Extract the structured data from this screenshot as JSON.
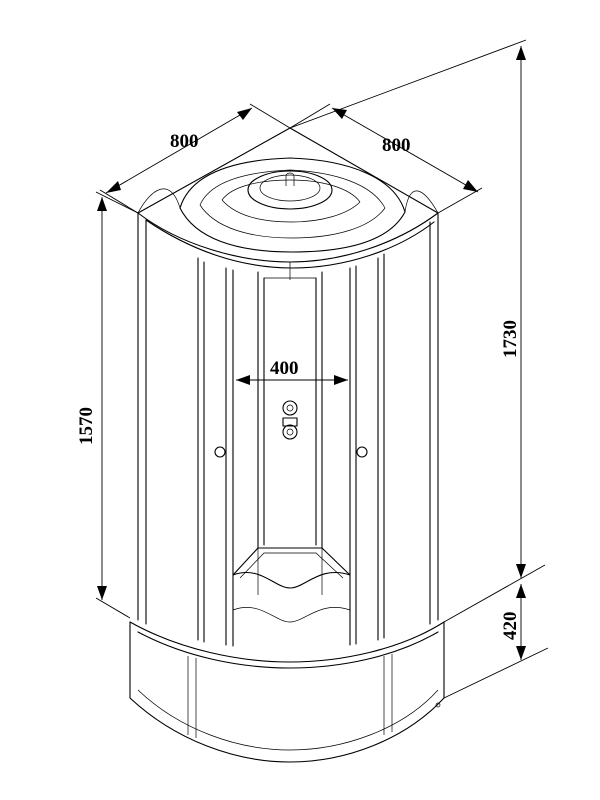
{
  "dimensions": {
    "width_left": "800",
    "width_right": "800",
    "door_opening": "400",
    "cabin_height": "1570",
    "total_height": "1730",
    "tray_height": "420"
  }
}
